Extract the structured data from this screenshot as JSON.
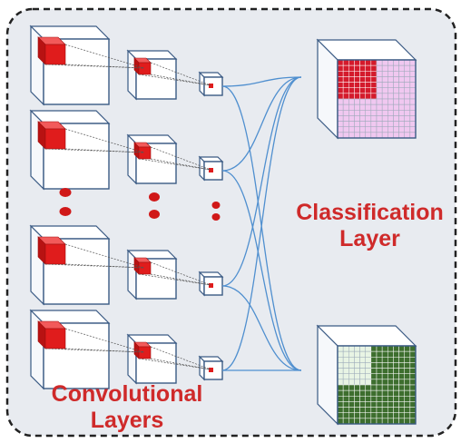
{
  "labels": {
    "convolutional": [
      "Convolutional",
      "Layers"
    ],
    "classification": [
      "Classification",
      "Layer"
    ]
  },
  "colors": {
    "frame_bg": "#e8ebf0",
    "frame_border": "#222222",
    "cube_edge": "#3a5a84",
    "cube_face": "#ffffff",
    "kernel": "#e01c1c",
    "connector": "#4f8fcf",
    "dots": "#d01818",
    "grid_top_light": "#f0c8f0",
    "grid_top_dark": "#d41a2c",
    "grid_bottom_light": "#e8f4e4",
    "grid_bottom_dark": "#3d6e2e",
    "text": "#cf2a2a"
  },
  "diagram": {
    "conv_rows": 4,
    "stages_per_row": 3,
    "output_grids": 2,
    "ellipsis": true
  }
}
